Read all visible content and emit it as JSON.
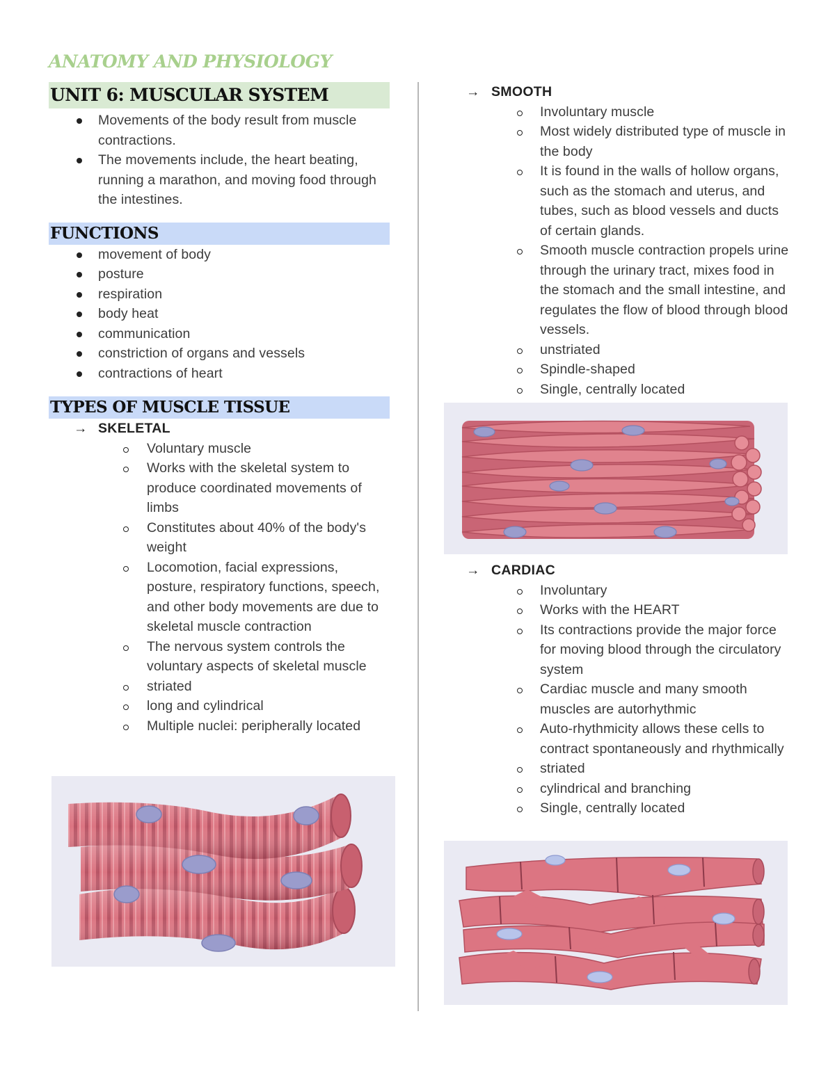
{
  "doc_title": "ANATOMY AND PHYSIOLOGY",
  "unit": {
    "heading": "UNIT 6: MUSCULAR SYSTEM",
    "bullets": [
      "Movements of the body result from muscle contractions.",
      "The movements include, the heart beating, running a marathon, and moving food through the intestines."
    ]
  },
  "functions": {
    "heading": "FUNCTIONS",
    "bullets": [
      "movement of body",
      "posture",
      "respiration",
      "body heat",
      "communication",
      "constriction of organs and vessels",
      "contractions of heart"
    ]
  },
  "types": {
    "heading": "TYPES OF MUSCLE TISSUE",
    "arrow": "→",
    "skeletal": {
      "label": "SKELETAL",
      "items": [
        "Voluntary muscle",
        "Works with the skeletal system to produce coordinated movements of limbs",
        "Constitutes about 40% of the body's weight",
        "Locomotion, facial expressions, posture, respiratory functions, speech, and other body movements are due to skeletal muscle contraction",
        "The nervous system controls the voluntary aspects of skeletal muscle",
        "striated",
        "long and cylindrical",
        "Multiple nuclei: peripherally located"
      ]
    },
    "smooth": {
      "label": "SMOOTH",
      "items": [
        "Involuntary muscle",
        "Most widely distributed type of muscle in the body",
        "It is found in the walls of hollow organs, such as the stomach and uterus, and tubes, such as blood vessels and ducts of certain glands.",
        "Smooth muscle contraction propels urine through the urinary tract, mixes food in the stomach and the small intestine, and regulates the flow of blood through blood vessels.",
        "unstriated",
        "Spindle-shaped",
        "Single, centrally located"
      ]
    },
    "cardiac": {
      "label": "CARDIAC",
      "items": [
        "Involuntary",
        "Works with the HEART",
        "Its contractions provide the major force for moving blood through the circulatory system",
        "Cardiac muscle and many smooth muscles are autorhythmic",
        "Auto-rhythmicity allows these cells to contract spontaneously and rhythmically",
        "striated",
        "cylindrical and branching",
        "Single, centrally located"
      ]
    }
  },
  "colors": {
    "title_green": "#a8d08d",
    "unit_bg": "#d9ead3",
    "heading_blue_bg": "#c9daf8",
    "muscle_pink": "#d9707c",
    "nucleus_lavender": "#9a9ccc",
    "figure_bg": "#eaeaf3"
  }
}
